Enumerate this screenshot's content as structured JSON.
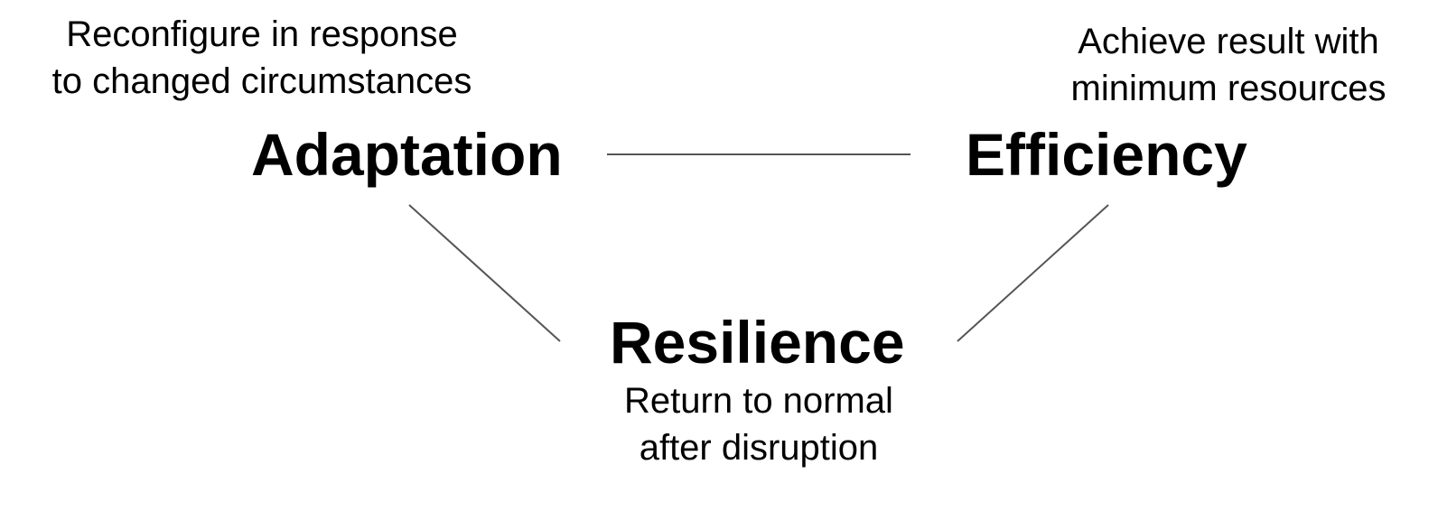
{
  "nodes": {
    "adaptation": {
      "label": "Adaptation",
      "description": [
        "Reconfigure in response",
        "to changed circumstances"
      ]
    },
    "efficiency": {
      "label": "Efficiency",
      "description": [
        "Achieve result with",
        "minimum resources"
      ]
    },
    "resilience": {
      "label": "Resilience",
      "description": [
        "Return to normal",
        "after disruption"
      ]
    }
  },
  "colors": {
    "text": "#000000",
    "edge": "#555555",
    "background": "#ffffff"
  }
}
